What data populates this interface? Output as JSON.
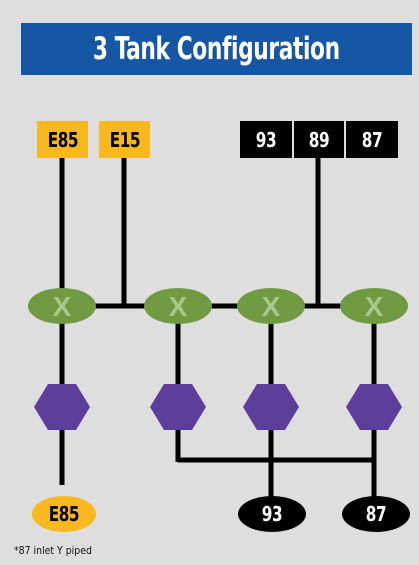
{
  "title": "3 Tank Configuration",
  "tanks": {
    "e85": "E85",
    "e15": "E15",
    "g93": "93",
    "g89": "89",
    "g87": "87"
  },
  "valve_glyph": "X",
  "outputs": {
    "e85": "E85",
    "g93": "93",
    "g87": "87"
  },
  "footnote": "*87 inlet Y piped",
  "colors": {
    "title_bg": "#1557a4",
    "panel_bg": "#dededf",
    "ethanol_yellow": "#f9b81e",
    "gasoline_black": "#000000",
    "valve_green": "#6f9a41",
    "hexagon_purple": "#5d3f9b",
    "pipe": "#000000"
  }
}
